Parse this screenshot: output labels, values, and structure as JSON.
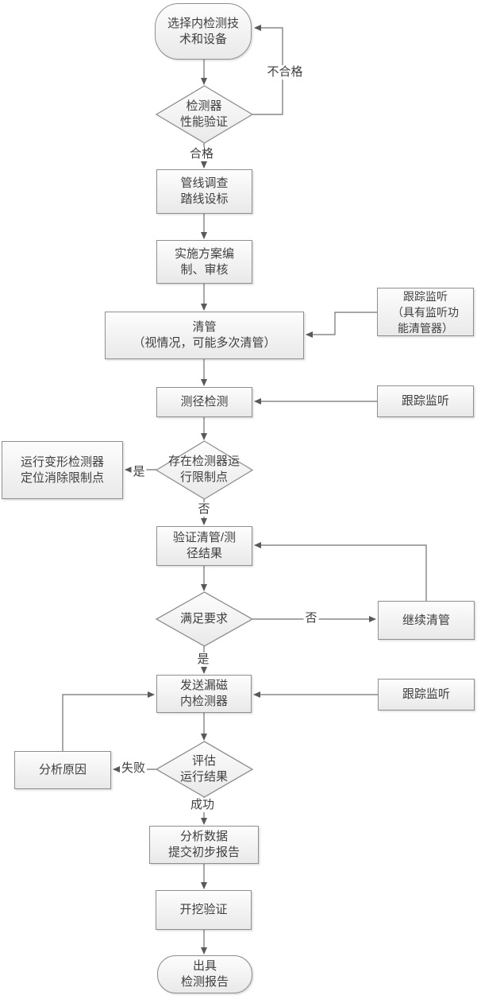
{
  "nodes": {
    "start": {
      "label": "选择内检测技\n术和设备",
      "type": "terminator"
    },
    "detector_verify": {
      "label": "检测器\n性能验证",
      "type": "decision"
    },
    "survey": {
      "label": "管线调查\n踏线设标",
      "type": "process"
    },
    "plan": {
      "label": "实施方案编\n制、审核",
      "type": "process"
    },
    "pigging": {
      "label": "清管\n（视情况，可能多次清管）",
      "type": "process"
    },
    "track_listen_1": {
      "label": "跟踪监听\n（具有监听功\n能清管器）",
      "type": "process"
    },
    "caliper": {
      "label": "测径检测",
      "type": "process"
    },
    "track_listen_2": {
      "label": "跟踪监听",
      "type": "process"
    },
    "restriction": {
      "label": "存在检测器运\n行限制点",
      "type": "decision"
    },
    "deform_detector": {
      "label": "运行变形检测器\n定位消除限制点",
      "type": "process"
    },
    "verify_result": {
      "label": "验证清管/测\n径结果",
      "type": "process"
    },
    "meet_requirement": {
      "label": "满足要求",
      "type": "decision"
    },
    "continue_pigging": {
      "label": "继续清管",
      "type": "process"
    },
    "send_mfl": {
      "label": "发送漏磁\n内检测器",
      "type": "process"
    },
    "track_listen_3": {
      "label": "跟踪监听",
      "type": "process"
    },
    "evaluate": {
      "label": "评估\n运行结果",
      "type": "decision"
    },
    "analyze_cause": {
      "label": "分析原因",
      "type": "process"
    },
    "analyze_data": {
      "label": "分析数据\n提交初步报告",
      "type": "process"
    },
    "excavate": {
      "label": "开挖验证",
      "type": "process"
    },
    "final_report": {
      "label": "出具\n检测报告",
      "type": "terminator"
    }
  },
  "edge_labels": {
    "unqualified": "不合格",
    "qualified": "合格",
    "yes_restriction": "是",
    "no_restriction": "否",
    "no_requirement": "否",
    "yes_requirement": "是",
    "fail": "失败",
    "success": "成功"
  },
  "colors": {
    "line": "#707070",
    "arrow": "#595959",
    "node_border": "#8f8f8f",
    "node_fill_top": "#fdfdfd",
    "node_fill_bottom": "#e9e9e9",
    "text": "#3f3f3f",
    "background": "#ffffff"
  }
}
